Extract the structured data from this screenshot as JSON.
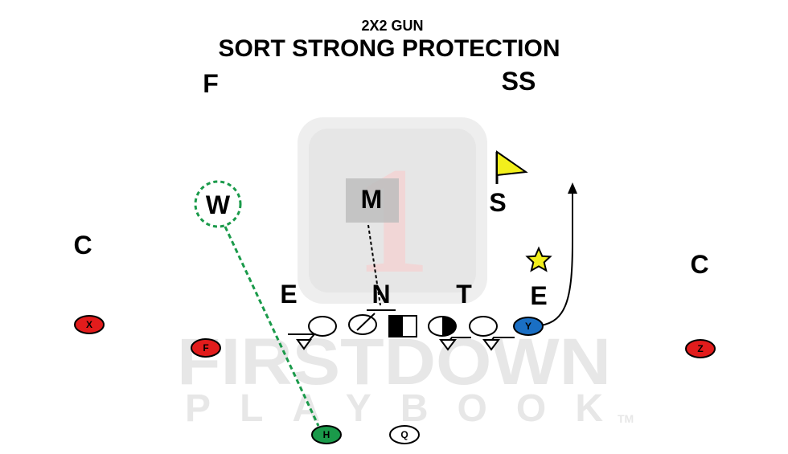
{
  "title": {
    "formation": "2X2 GUN",
    "play": "SORT STRONG PROTECTION"
  },
  "watermark": {
    "logo_numeral": "1",
    "line1": "FIRSTDOWN",
    "line2": "PLAYBOOK",
    "tm": "TM"
  },
  "defense": {
    "free_safety": "F",
    "strong_safety": "SS",
    "will": "W",
    "mike": "M",
    "sam": "S",
    "corner_left": "C",
    "corner_right": "C",
    "end_left": "E",
    "nose": "N",
    "tackle": "T",
    "end_right": "E"
  },
  "offense": {
    "x": "X",
    "f": "F",
    "y": "Y",
    "z": "Z",
    "h": "H",
    "q": "Q"
  },
  "colors": {
    "receiver_red": "#e21c1c",
    "tight_end_blue": "#1a6fc4",
    "back_green": "#1a9a4a",
    "route_green": "#1a9a4a",
    "flag_yellow": "#f2ef1c",
    "star_yellow": "#f2ef1c",
    "watermark_gray": "#e7e7e7"
  },
  "icons": {
    "flag": "flag-icon",
    "star": "star-icon"
  }
}
